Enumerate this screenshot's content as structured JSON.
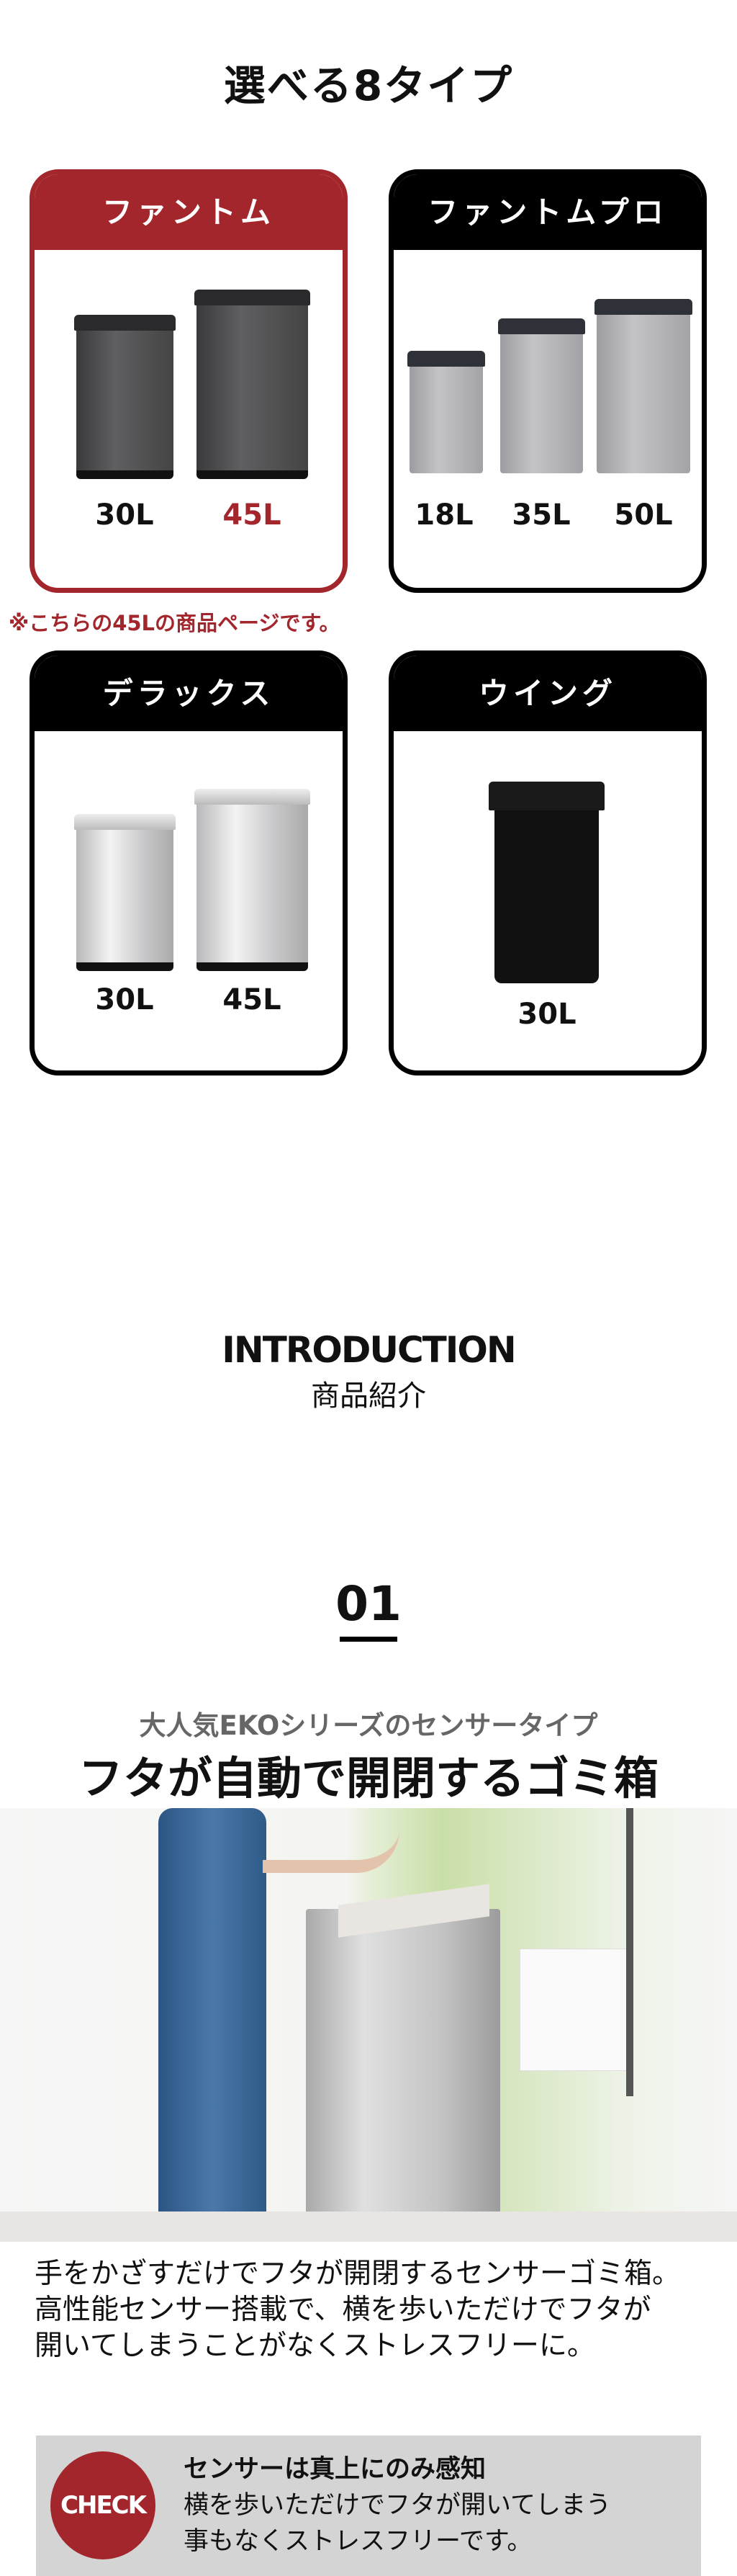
{
  "title": "選べる8タイプ",
  "cards": [
    {
      "name": "ファントム",
      "sizes": [
        "30L",
        "45L"
      ],
      "highlight_size": "45L"
    },
    {
      "name": "ファントムプロ",
      "sizes": [
        "18L",
        "35L",
        "50L"
      ]
    },
    {
      "name": "デラックス",
      "sizes": [
        "30L",
        "45L"
      ]
    },
    {
      "name": "ウイング",
      "sizes": [
        "30L"
      ]
    }
  ],
  "note": "※こちらの45Lの商品ページです。",
  "intro": {
    "heading": "INTRODUCTION",
    "sub": "商品紹介"
  },
  "section": {
    "number": "01",
    "subtitle": "大人気EKOシリーズのセンサータイプ",
    "heading": "フタが自動で開閉するゴミ箱",
    "body": [
      "手をかざすだけでフタが開閉するセンサーゴミ箱。",
      "高性能センサー搭載で、横を歩いただけでフタが",
      "開いてしまうことがなくストレスフリーに。"
    ],
    "check": {
      "badge": "CHECK",
      "title": "センサーは真上にのみ感知",
      "lines": [
        "横を歩いただけでフタが開いてしまう",
        "事もなくストレスフリーです。"
      ]
    }
  },
  "colors": {
    "accent": "#a3262d",
    "check_bg": "#d4d4d4"
  }
}
